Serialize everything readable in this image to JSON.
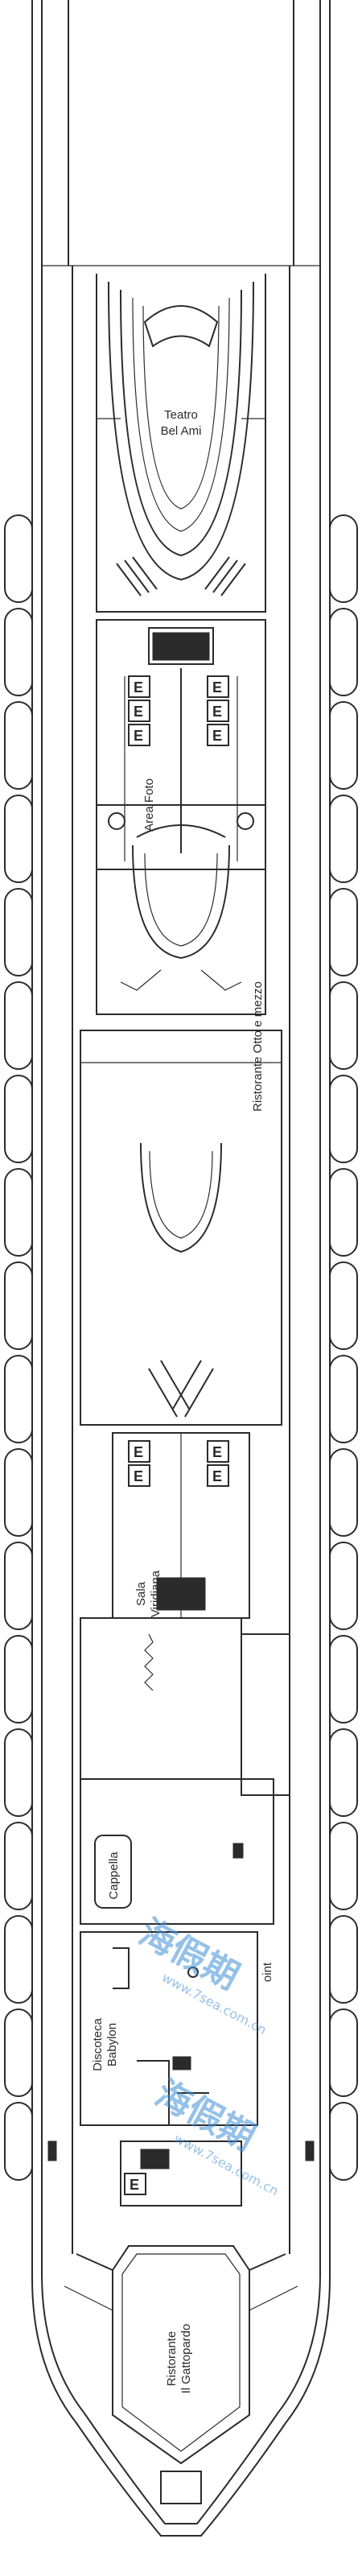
{
  "rooms": {
    "teatro_line1": "Teatro",
    "teatro_line2": "Bel Ami",
    "area_foto": "Area Foto",
    "ristorante_otto": "Ristorante Otto e mezzo",
    "sala_line1": "Sala",
    "sala_line2": "Viridiana",
    "cappella": "Cappella",
    "discoteca_line1": "Discoteca",
    "discoteca_line2": "Babylon",
    "point_fragment": "oint",
    "gattopardo_line1": "Ristorante",
    "gattopardo_line2": "Il Gattopardo"
  },
  "elevator_label": "E",
  "watermark": {
    "brand_text": "海假期",
    "url_text": "www.7sea.com.cn"
  },
  "colors": {
    "line": "#2b2b2b",
    "background": "#ffffff",
    "watermark": "#3f8fd6"
  }
}
